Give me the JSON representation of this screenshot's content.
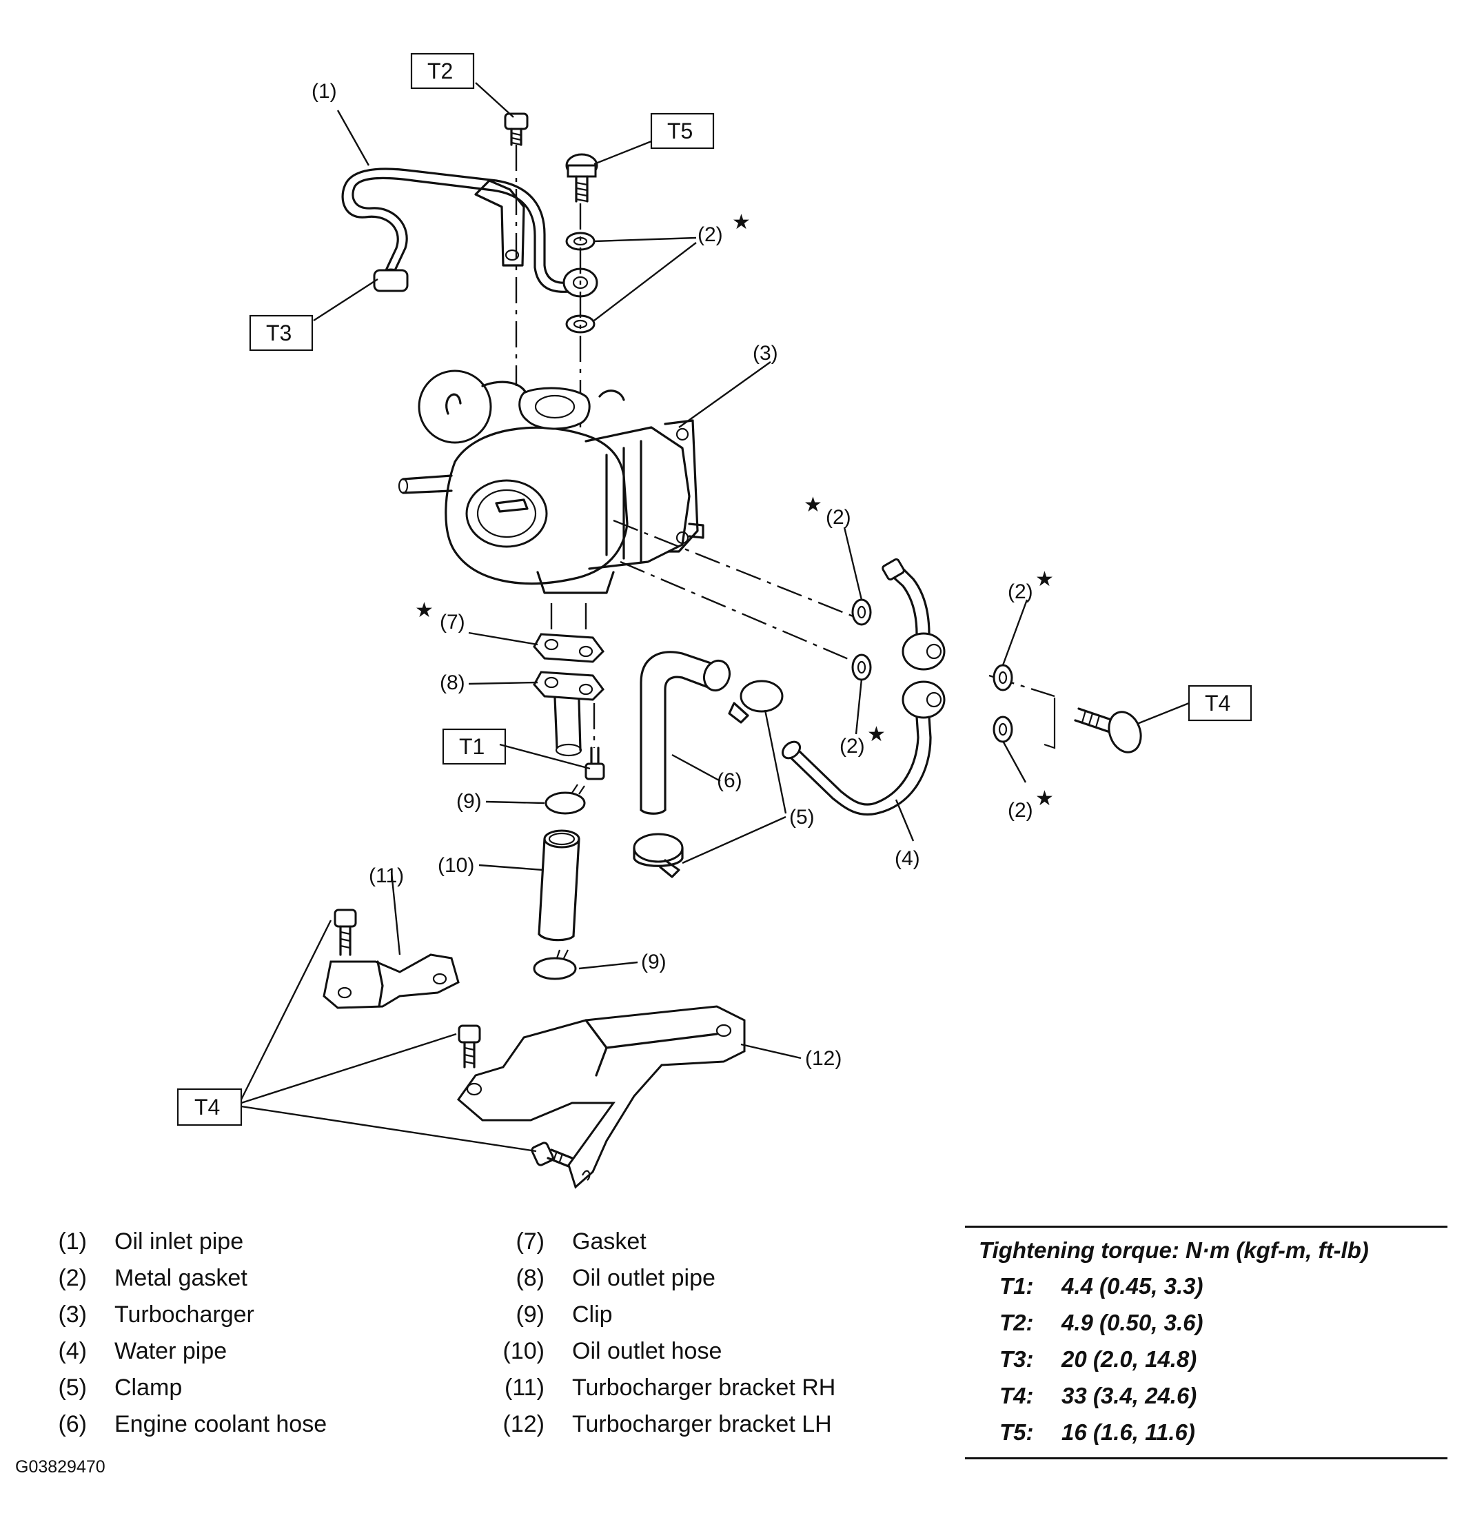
{
  "callouts": {
    "c1": "(1)",
    "c2": "(2)",
    "c3": "(3)",
    "c4": "(4)",
    "c5": "(5)",
    "c6": "(6)",
    "c7": "(7)",
    "c8": "(8)",
    "c9": "(9)",
    "c10": "(10)",
    "c11": "(11)",
    "c12": "(12)"
  },
  "torque_boxes": {
    "t1": "T1",
    "t2": "T2",
    "t3": "T3",
    "t4": "T4",
    "t5": "T5"
  },
  "legend": [
    {
      "num": "(1)",
      "name": "Oil inlet pipe"
    },
    {
      "num": "(2)",
      "name": "Metal gasket"
    },
    {
      "num": "(3)",
      "name": "Turbocharger"
    },
    {
      "num": "(4)",
      "name": "Water pipe"
    },
    {
      "num": "(5)",
      "name": "Clamp"
    },
    {
      "num": "(6)",
      "name": "Engine coolant hose"
    },
    {
      "num": "(7)",
      "name": "Gasket"
    },
    {
      "num": "(8)",
      "name": "Oil outlet pipe"
    },
    {
      "num": "(9)",
      "name": "Clip"
    },
    {
      "num": "(10)",
      "name": "Oil outlet hose"
    },
    {
      "num": "(11)",
      "name": "Turbocharger bracket RH"
    },
    {
      "num": "(12)",
      "name": "Turbocharger bracket LH"
    }
  ],
  "torque_table": {
    "title": "Tightening torque: N·m (kgf-m, ft-lb)",
    "rows": [
      {
        "code": "T1:",
        "value": "4.4 (0.45, 3.3)"
      },
      {
        "code": "T2:",
        "value": "4.9 (0.50, 3.6)"
      },
      {
        "code": "T3:",
        "value": "20 (2.0, 14.8)"
      },
      {
        "code": "T4:",
        "value": "33 (3.4, 24.6)"
      },
      {
        "code": "T5:",
        "value": "16 (1.6, 11.6)"
      }
    ]
  },
  "figure_code": "G03829470",
  "star_symbol": "★"
}
